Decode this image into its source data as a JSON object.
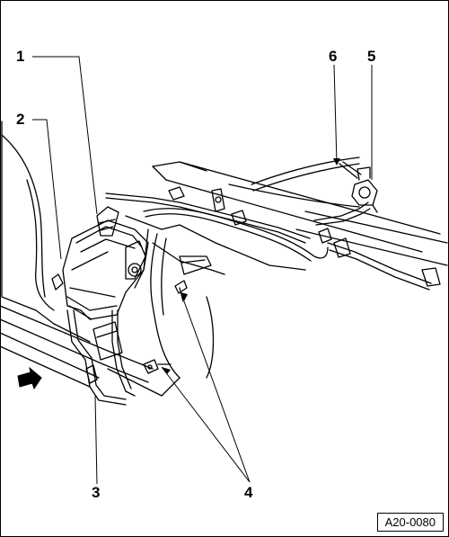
{
  "callouts": {
    "c1": "1",
    "c2": "2",
    "c3": "3",
    "c4": "4",
    "c5": "5",
    "c6": "6"
  },
  "reference_code": "A20-0080"
}
